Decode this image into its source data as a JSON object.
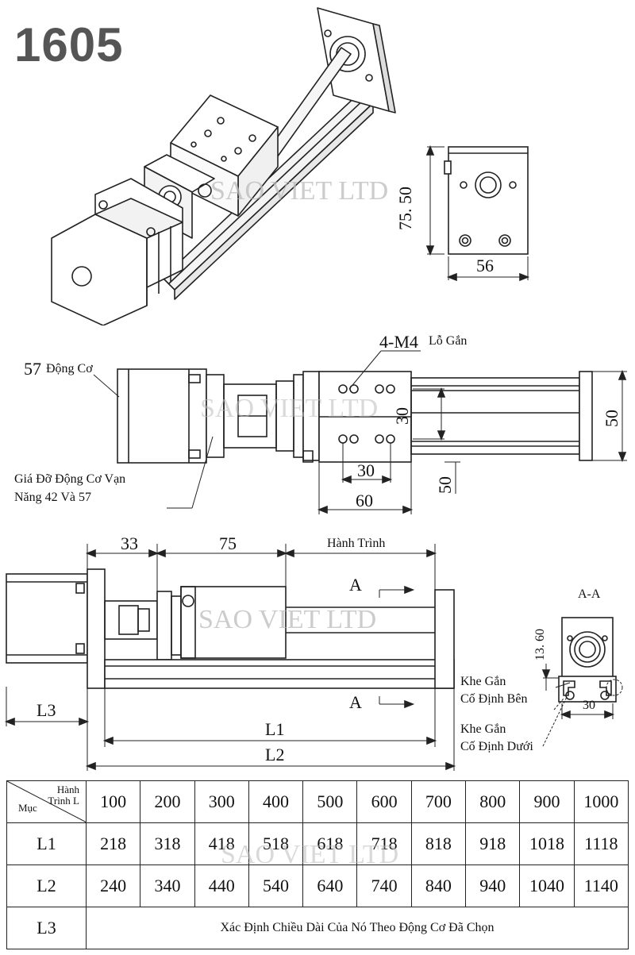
{
  "model": "1605",
  "watermark": "SAO VIET LTD",
  "top_view": {
    "dim_height": "75. 50",
    "dim_width": "56"
  },
  "plan_view": {
    "hole_callout": "4-M4",
    "hole_note": "Lỗ Gắn",
    "motor_size": "57",
    "motor_label": "Động Cơ",
    "bracket_note_line1": "Giá Đỡ Động Cơ Vạn",
    "bracket_note_line2": "Năng 42 Và 57",
    "dim_30_v": "30",
    "dim_50_v1": "50",
    "dim_30_h": "30",
    "dim_60": "60",
    "dim_50_v2": "50"
  },
  "side_view": {
    "dim_33": "33",
    "dim_75": "75",
    "stroke_label": "Hành Trình",
    "section_mark": "A",
    "l1": "L1",
    "l2": "L2",
    "l3": "L3"
  },
  "section_view": {
    "title": "A-A",
    "dim_13_60": "13. 60",
    "dim_30": "30",
    "side_slot_line1": "Khe Gắn",
    "side_slot_line2": "Cố Định Bên",
    "bottom_slot_line1": "Khe Gắn",
    "bottom_slot_line2": "Cố Định Dưới"
  },
  "table": {
    "header_top": "Hành",
    "header_top2": "Trình L",
    "header_bottom": "Mục",
    "strokes": [
      "100",
      "200",
      "300",
      "400",
      "500",
      "600",
      "700",
      "800",
      "900",
      "1000"
    ],
    "rows": [
      {
        "label": "L1",
        "values": [
          "218",
          "318",
          "418",
          "518",
          "618",
          "718",
          "818",
          "918",
          "1018",
          "1118"
        ]
      },
      {
        "label": "L2",
        "values": [
          "240",
          "340",
          "440",
          "540",
          "640",
          "740",
          "840",
          "940",
          "1040",
          "1140"
        ]
      }
    ],
    "l3_label": "L3",
    "l3_note": "Xác Định Chiều Dài Của Nó Theo Động Cơ Đã Chọn"
  }
}
